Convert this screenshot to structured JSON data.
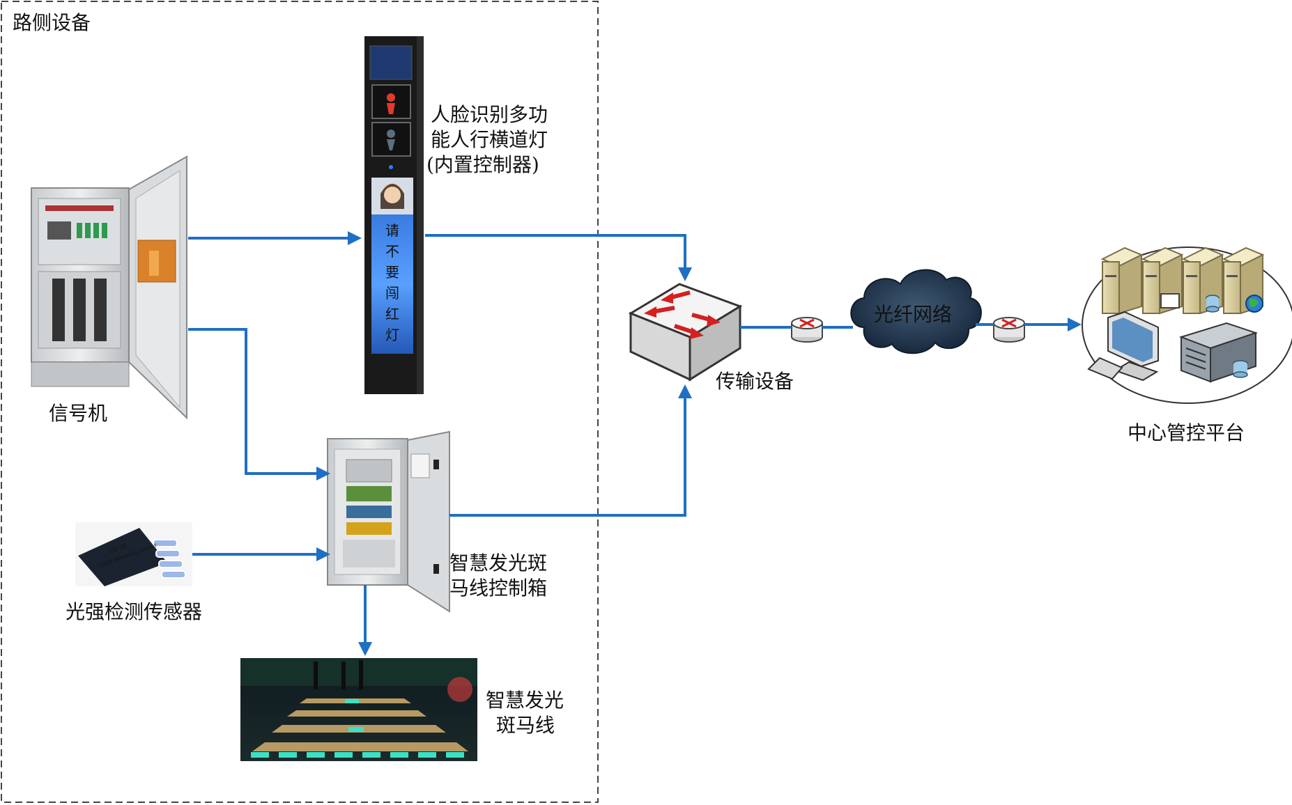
{
  "labels": {
    "roadside_area": "路侧设备",
    "signal_machine": "信号机",
    "pedestrian_light_l1": "人脸识别多功",
    "pedestrian_light_l2": "能人行横道灯",
    "pedestrian_light_l3": "(内置控制器)",
    "transmission": "传输设备",
    "fiber_network": "光纤网络",
    "control_platform": "中心管控平台",
    "control_box_l1": "智慧发光斑",
    "control_box_l2": "马线控制箱",
    "light_sensor": "光强检测传感器",
    "crosswalk_l1": "智慧发光",
    "crosswalk_l2": "斑马线"
  },
  "pole_screen": {
    "chars": [
      "请",
      "不",
      "要",
      "闯",
      "红",
      "灯"
    ]
  },
  "sensor_board_text": {
    "line1": "GY-30",
    "line2": "Light Intensity sensor"
  },
  "colors": {
    "connector": "#1f6fc3",
    "dashed_border": "#444444",
    "cloud": "#1f3347"
  }
}
